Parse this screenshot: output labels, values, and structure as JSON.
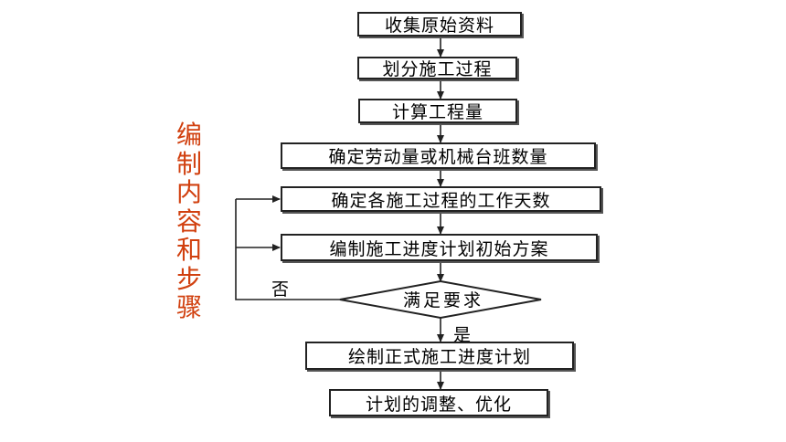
{
  "side_title": "编制内容和步骤",
  "steps": [
    "收集原始资料",
    "划分施工过程",
    "计算工程量",
    "确定劳动量或机械台班数量",
    "确定各施工过程的工作天数",
    "编制施工进度计划初始方案"
  ],
  "decision": "满足要求",
  "branch_no": "否",
  "branch_yes": "是",
  "final_steps": [
    "绘制正式施工进度计划",
    "计划的调整、优化"
  ],
  "colors": {
    "accent": "#d1400f",
    "line": "#222222"
  }
}
